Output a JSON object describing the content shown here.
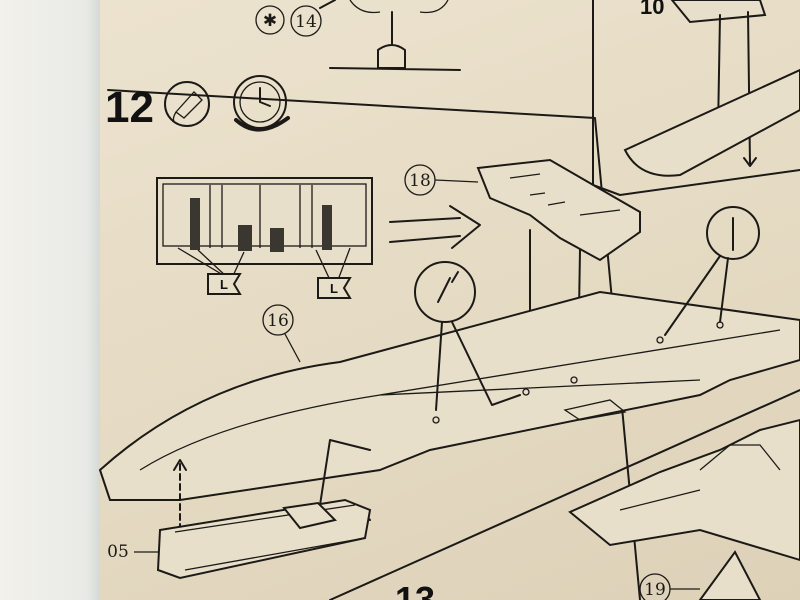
{
  "step": {
    "number": "12",
    "next_step_partial": "13",
    "previous_step_partial": "10"
  },
  "parts": {
    "p14": "14",
    "p18": "18",
    "p16": "16",
    "p105": "05",
    "p19": "19"
  },
  "markers": {
    "asterisk": "✱",
    "left_tag_1": "L",
    "left_tag_2": "L"
  },
  "icons": [
    "glue-tube-icon",
    "clock-icon"
  ],
  "colors": {
    "paper": "#e6dcc6",
    "ink": "#1c1a17",
    "margin": "#f0efea"
  }
}
